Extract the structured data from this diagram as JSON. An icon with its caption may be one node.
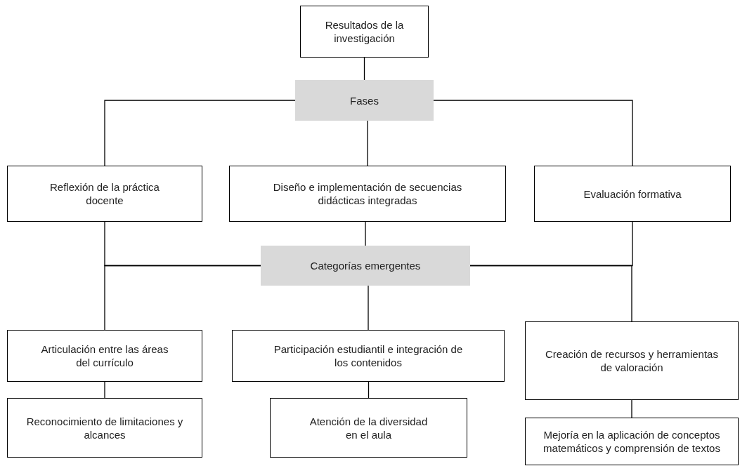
{
  "diagram": {
    "nodes": [
      {
        "text": [
          "Resultados de la investigación"
        ]
      },
      {
        "text": [
          "Fases"
        ]
      },
      {
        "text": [
          "Reflexión de la práctica docente"
        ]
      },
      {
        "text": [
          "Diseño e implementación de secuencias didácticas integradas"
        ]
      },
      {
        "text": [
          "Evaluación formativa"
        ]
      },
      {
        "text": [
          "Categorías emergentes"
        ]
      },
      {
        "text": [
          "Articulación entre las áreas del currículo"
        ]
      },
      {
        "text": [
          "Participación estudiantil e integración de los contenidos"
        ]
      },
      {
        "text": [
          "Creación de recursos y herramientas de valoración"
        ]
      },
      {
        "text": [
          "Reconocimiento de limitaciones y alcances"
        ]
      },
      {
        "text": [
          "Atención de la diversidad en el aula"
        ]
      },
      {
        "text": [
          "Mejoría en la aplicación de conceptos matemáticos y comprensión de textos"
        ]
      }
    ],
    "edges": [
      {
        "from": 0,
        "to": 1,
        "arrow": "none"
      },
      {
        "from": 1,
        "to": 2,
        "arrow": "none"
      },
      {
        "from": 1,
        "to": 3,
        "arrow": "none"
      },
      {
        "from": 1,
        "to": 4,
        "arrow": "none"
      },
      {
        "from": 2,
        "to": 5,
        "arrow": "none"
      },
      {
        "from": 3,
        "to": 5,
        "arrow": "none"
      },
      {
        "from": 4,
        "to": 5,
        "arrow": "none"
      },
      {
        "from": 5,
        "to": 6,
        "arrow": "none"
      },
      {
        "from": 5,
        "to": 7,
        "arrow": "none"
      },
      {
        "from": 5,
        "to": 8,
        "arrow": "none"
      },
      {
        "from": 6,
        "to": 9,
        "arrow": "none"
      },
      {
        "from": 7,
        "to": 10,
        "arrow": "none"
      },
      {
        "from": 8,
        "to": 11,
        "arrow": "none"
      }
    ]
  }
}
